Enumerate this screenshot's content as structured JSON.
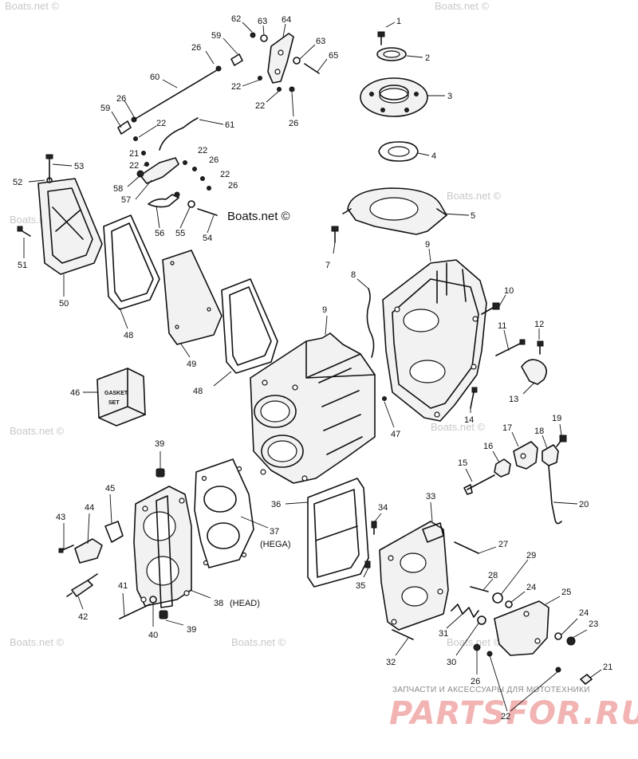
{
  "watermarks": {
    "site": "Boats.net ©",
    "shop_tagline": "ЗАПЧАСТИ И АКСЕССУАРЫ ДЛЯ МОТОТЕХНИКИ",
    "shop_logo": "PARTSFOR.RU"
  },
  "callouts": {
    "c1": "1",
    "c2": "2",
    "c3": "3",
    "c4": "4",
    "c5": "5",
    "c7": "7",
    "c8": "8",
    "c9": "9",
    "c10": "10",
    "c11": "11",
    "c12": "12",
    "c13": "13",
    "c14": "14",
    "c15": "15",
    "c16": "16",
    "c17": "17",
    "c18": "18",
    "c19": "19",
    "c20": "20",
    "c21": "21",
    "c22": "22",
    "c23": "23",
    "c24": "24",
    "c25": "25",
    "c26": "26",
    "c27": "27",
    "c28": "28",
    "c29": "29",
    "c30": "30",
    "c31": "31",
    "c32": "32",
    "c33": "33",
    "c34": "34",
    "c35": "35",
    "c36": "36",
    "c37": "37",
    "c38": "38",
    "c39": "39",
    "c40": "40",
    "c41": "41",
    "c42": "42",
    "c43": "43",
    "c44": "44",
    "c45": "45",
    "c46": "46",
    "c47": "47",
    "c48": "48",
    "c49": "49",
    "c50": "50",
    "c51": "51",
    "c52": "52",
    "c53": "53",
    "c54": "54",
    "c55": "55",
    "c56": "56",
    "c57": "57",
    "c58": "58",
    "c59": "59",
    "c60": "60",
    "c61": "61",
    "c62": "62",
    "c63": "63",
    "c64": "64",
    "c65": "65"
  },
  "notes": {
    "hega": "(HEGA)",
    "head": "(HEAD)"
  },
  "gasket_set_label": {
    "line1": "GASKET",
    "line2": "SET"
  }
}
